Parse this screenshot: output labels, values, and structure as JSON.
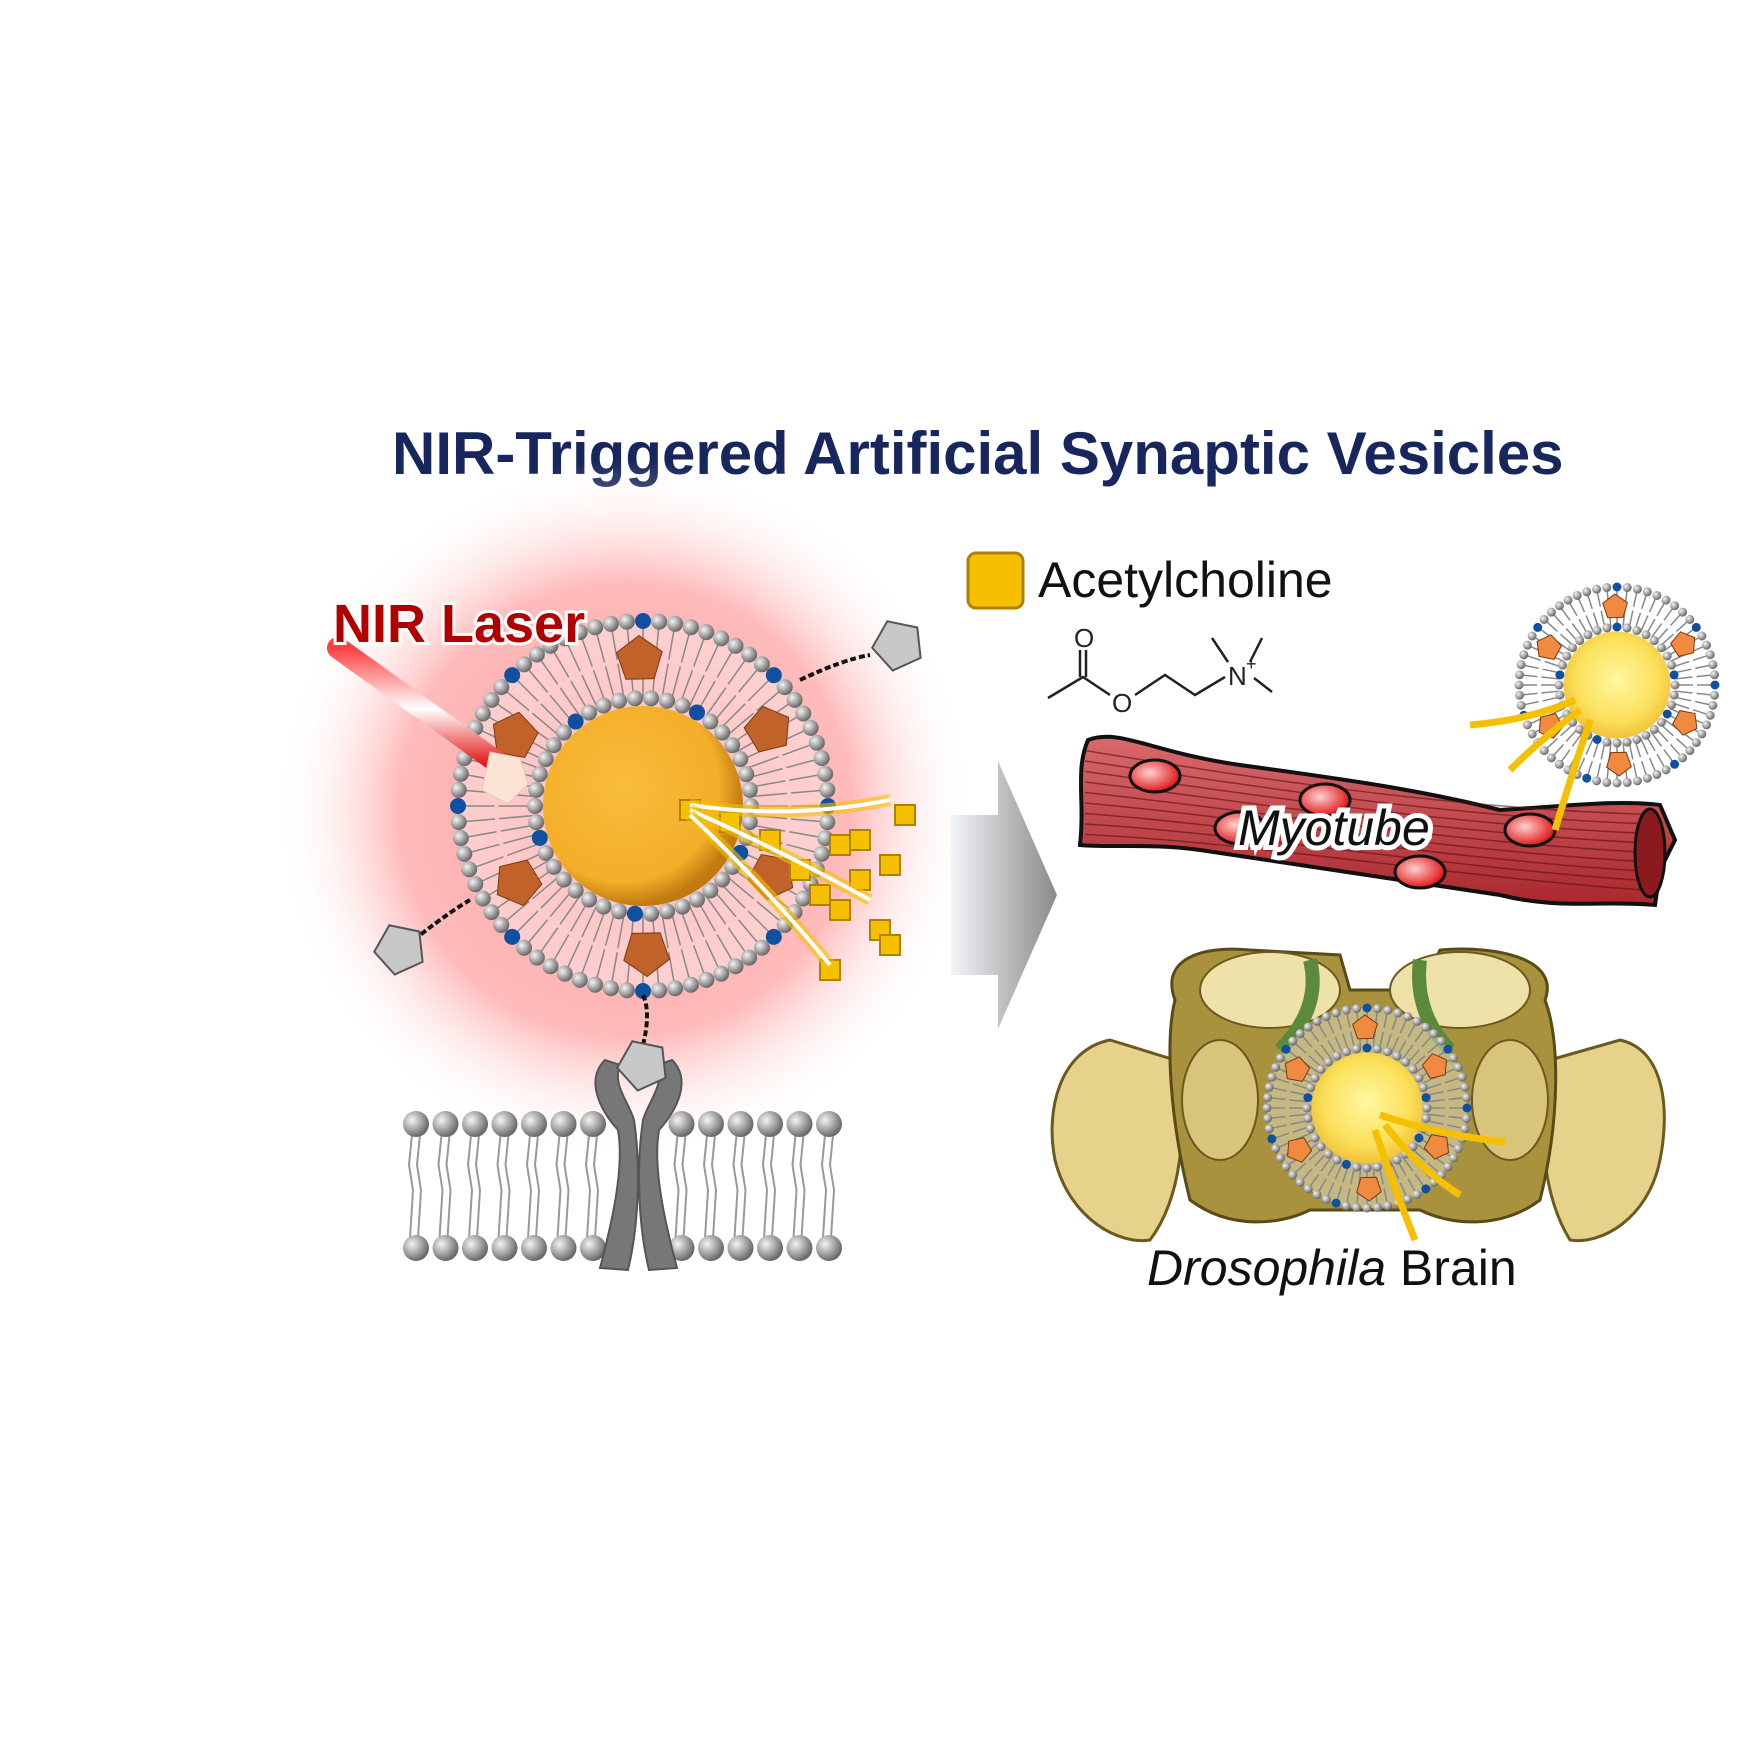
{
  "title": "NIR-Triggered Artificial Synaptic Vesicles",
  "laser_label": "NIR Laser",
  "legend": {
    "label": "Acetylcholine",
    "color": "#f5c000"
  },
  "chemical": {
    "carbonyl_o": "O",
    "ester_o": "O",
    "ammonium": "N",
    "charge": "+"
  },
  "myotube_label": "Myotube",
  "brain_label": {
    "italic": "Drosophila",
    "plain": " Brain"
  },
  "colors": {
    "title": "#17275e",
    "laser": "#b00000",
    "glow": "#ff9a9a",
    "core": "#f7b52e",
    "myotube": "#c0393f",
    "brain": "#c8b060"
  }
}
